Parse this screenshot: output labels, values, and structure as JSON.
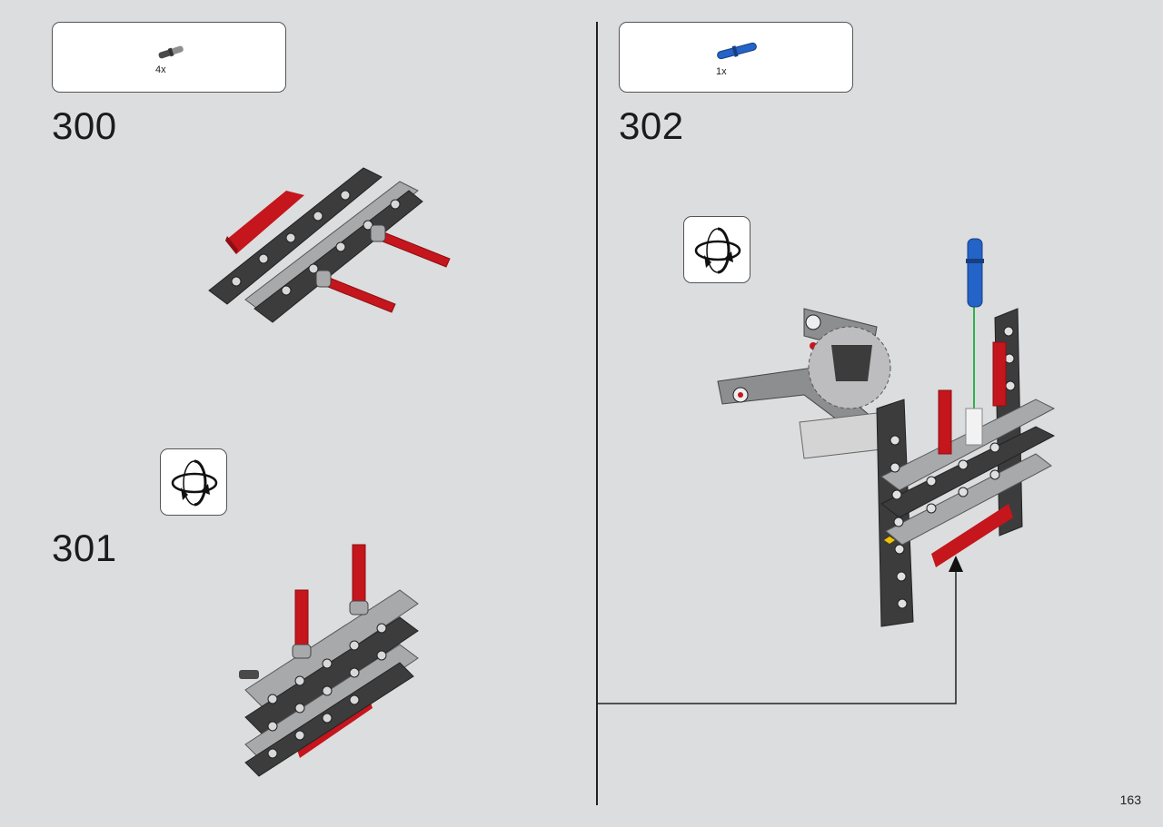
{
  "steps": [
    {
      "number": "300",
      "parts": [
        {
          "icon": "grey-pin-icon",
          "qty": "4x"
        }
      ]
    },
    {
      "number": "301",
      "rotate": true
    },
    {
      "number": "302",
      "rotate": true,
      "parts": [
        {
          "icon": "blue-pin-icon",
          "qty": "1x"
        }
      ]
    }
  ],
  "page_number": "163",
  "colors": {
    "background": "#dcdddf",
    "dark_grey": "#3c3c3c",
    "light_grey": "#a8a9ab",
    "red": "#c4161c",
    "blue": "#2463c7"
  }
}
